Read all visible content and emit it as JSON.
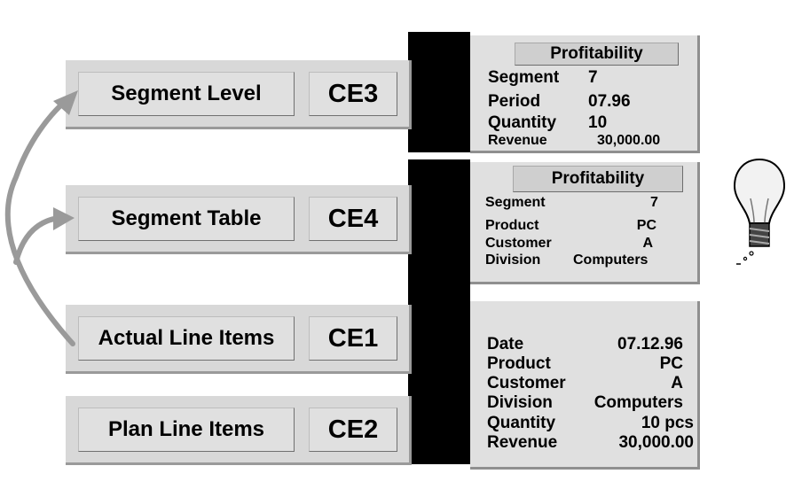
{
  "tiers": [
    {
      "label": "Segment Level",
      "code": "CE3"
    },
    {
      "label": "Segment Table",
      "code": "CE4"
    },
    {
      "label": "Actual Line Items",
      "code": "CE1"
    },
    {
      "label": "Plan Line Items",
      "code": "CE2"
    }
  ],
  "panel_top": {
    "title": "Profitability",
    "rows": [
      {
        "label": "Segment",
        "value": "7"
      },
      {
        "label": "Period",
        "value": "07.96"
      },
      {
        "label": "Quantity",
        "value": "10"
      },
      {
        "label": "Revenue",
        "value": "30,000.00"
      }
    ]
  },
  "panel_mid": {
    "title": "Profitability",
    "rows": [
      {
        "label": "Segment",
        "value": "7"
      },
      {
        "label": "Product",
        "value": "PC"
      },
      {
        "label": "Customer",
        "value": "A"
      },
      {
        "label": "Division",
        "value": "Computers"
      }
    ]
  },
  "panel_bottom": {
    "rows": [
      {
        "label": "Date",
        "value": "07.12.96"
      },
      {
        "label": "Product",
        "value": "PC"
      },
      {
        "label": "Customer",
        "value": "A"
      },
      {
        "label": "Division",
        "value": "Computers"
      },
      {
        "label": "Quantity",
        "value": "10 pcs"
      },
      {
        "label": "Revenue",
        "value": "30,000.00"
      }
    ]
  },
  "icons": {
    "idea": "lightbulb-icon",
    "flow": "curved-arrow-icon"
  },
  "colors": {
    "tier_fill": "#d8d8d8",
    "panel_fill": "#e0e0e0",
    "connector": "#000000",
    "arrow": "#9a9a9a"
  }
}
